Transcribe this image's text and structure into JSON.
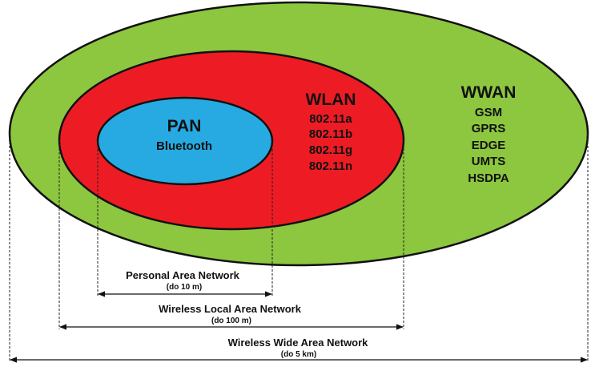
{
  "pan": {
    "title": "PAN",
    "items": [
      "Bluetooth"
    ]
  },
  "wlan": {
    "title": "WLAN",
    "items": [
      "802.11a",
      "802.11b",
      "802.11g",
      "802.11n"
    ]
  },
  "wwan": {
    "title": "WWAN",
    "items": [
      "GSM",
      "GPRS",
      "EDGE",
      "UMTS",
      "HSDPA"
    ]
  },
  "ranges": [
    {
      "name": "Personal Area Network",
      "range": "(do 10 m)"
    },
    {
      "name": "Wireless Local Area Network",
      "range": "(do 100 m)"
    },
    {
      "name": "Wireless Wide Area Network",
      "range": "(do 5 km)"
    }
  ],
  "colors": {
    "wwan": "#8dc63f",
    "wlan": "#ed1c24",
    "pan": "#27aae1",
    "outline": "#111111"
  }
}
